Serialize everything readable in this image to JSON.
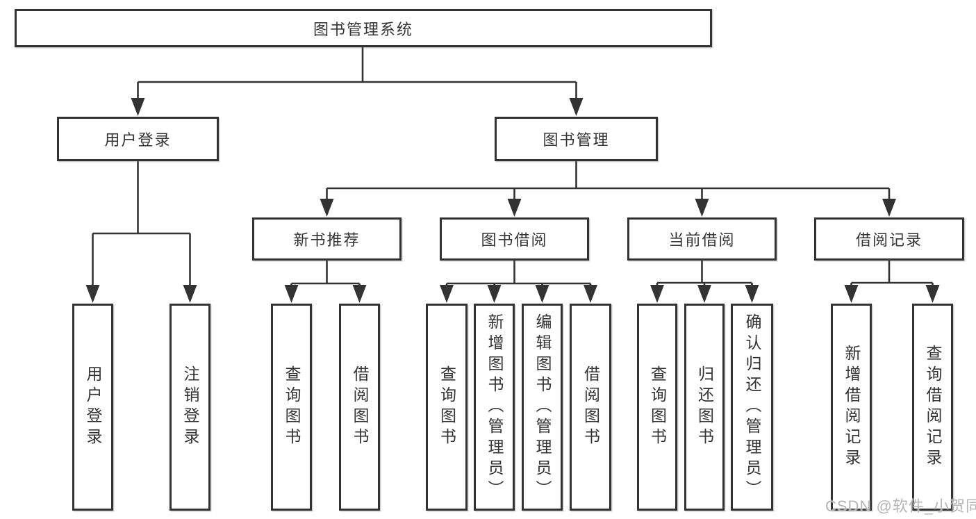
{
  "diagram": {
    "title": "图书管理系统",
    "nodes": {
      "root": "图书管理系统",
      "user_login": "用户登录",
      "book_mgmt": "图书管理",
      "new_books": "新书推荐",
      "book_borrow": "图书借阅",
      "current_borrow": "当前借阅",
      "borrow_records": "借阅记录",
      "leaf_user_login": "用户登录",
      "leaf_logout": "注销登录",
      "leaf_query_books_1": "查询图书",
      "leaf_borrow_books_1": "借阅图书",
      "leaf_query_books_2": "查询图书",
      "leaf_add_book_admin": "新增图书（管理员）",
      "leaf_edit_book_admin": "编辑图书（管理员）",
      "leaf_borrow_books_2": "借阅图书",
      "leaf_query_books_3": "查询图书",
      "leaf_return_book": "归还图书",
      "leaf_confirm_return_admin": "确认归还（管理员）",
      "leaf_add_borrow_record": "新增借阅记录",
      "leaf_query_borrow_record": "查询借阅记录"
    },
    "hierarchy": {
      "图书管理系统": {
        "用户登录": [
          "用户登录",
          "注销登录"
        ],
        "图书管理": {
          "新书推荐": [
            "查询图书",
            "借阅图书"
          ],
          "图书借阅": [
            "查询图书",
            "新增图书（管理员）",
            "编辑图书（管理员）",
            "借阅图书"
          ],
          "当前借阅": [
            "查询图书",
            "归还图书",
            "确认归还（管理员）"
          ],
          "借阅记录": [
            "新增借阅记录",
            "查询借阅记录"
          ]
        }
      }
    },
    "colors": {
      "line": "#333333",
      "box_border": "#333333",
      "box_fill": "#ffffff",
      "text": "#333333",
      "background": "#ffffff"
    }
  },
  "watermark": {
    "text": "CSDN @软件_小贺同学",
    "color": "#b5b5b5"
  }
}
